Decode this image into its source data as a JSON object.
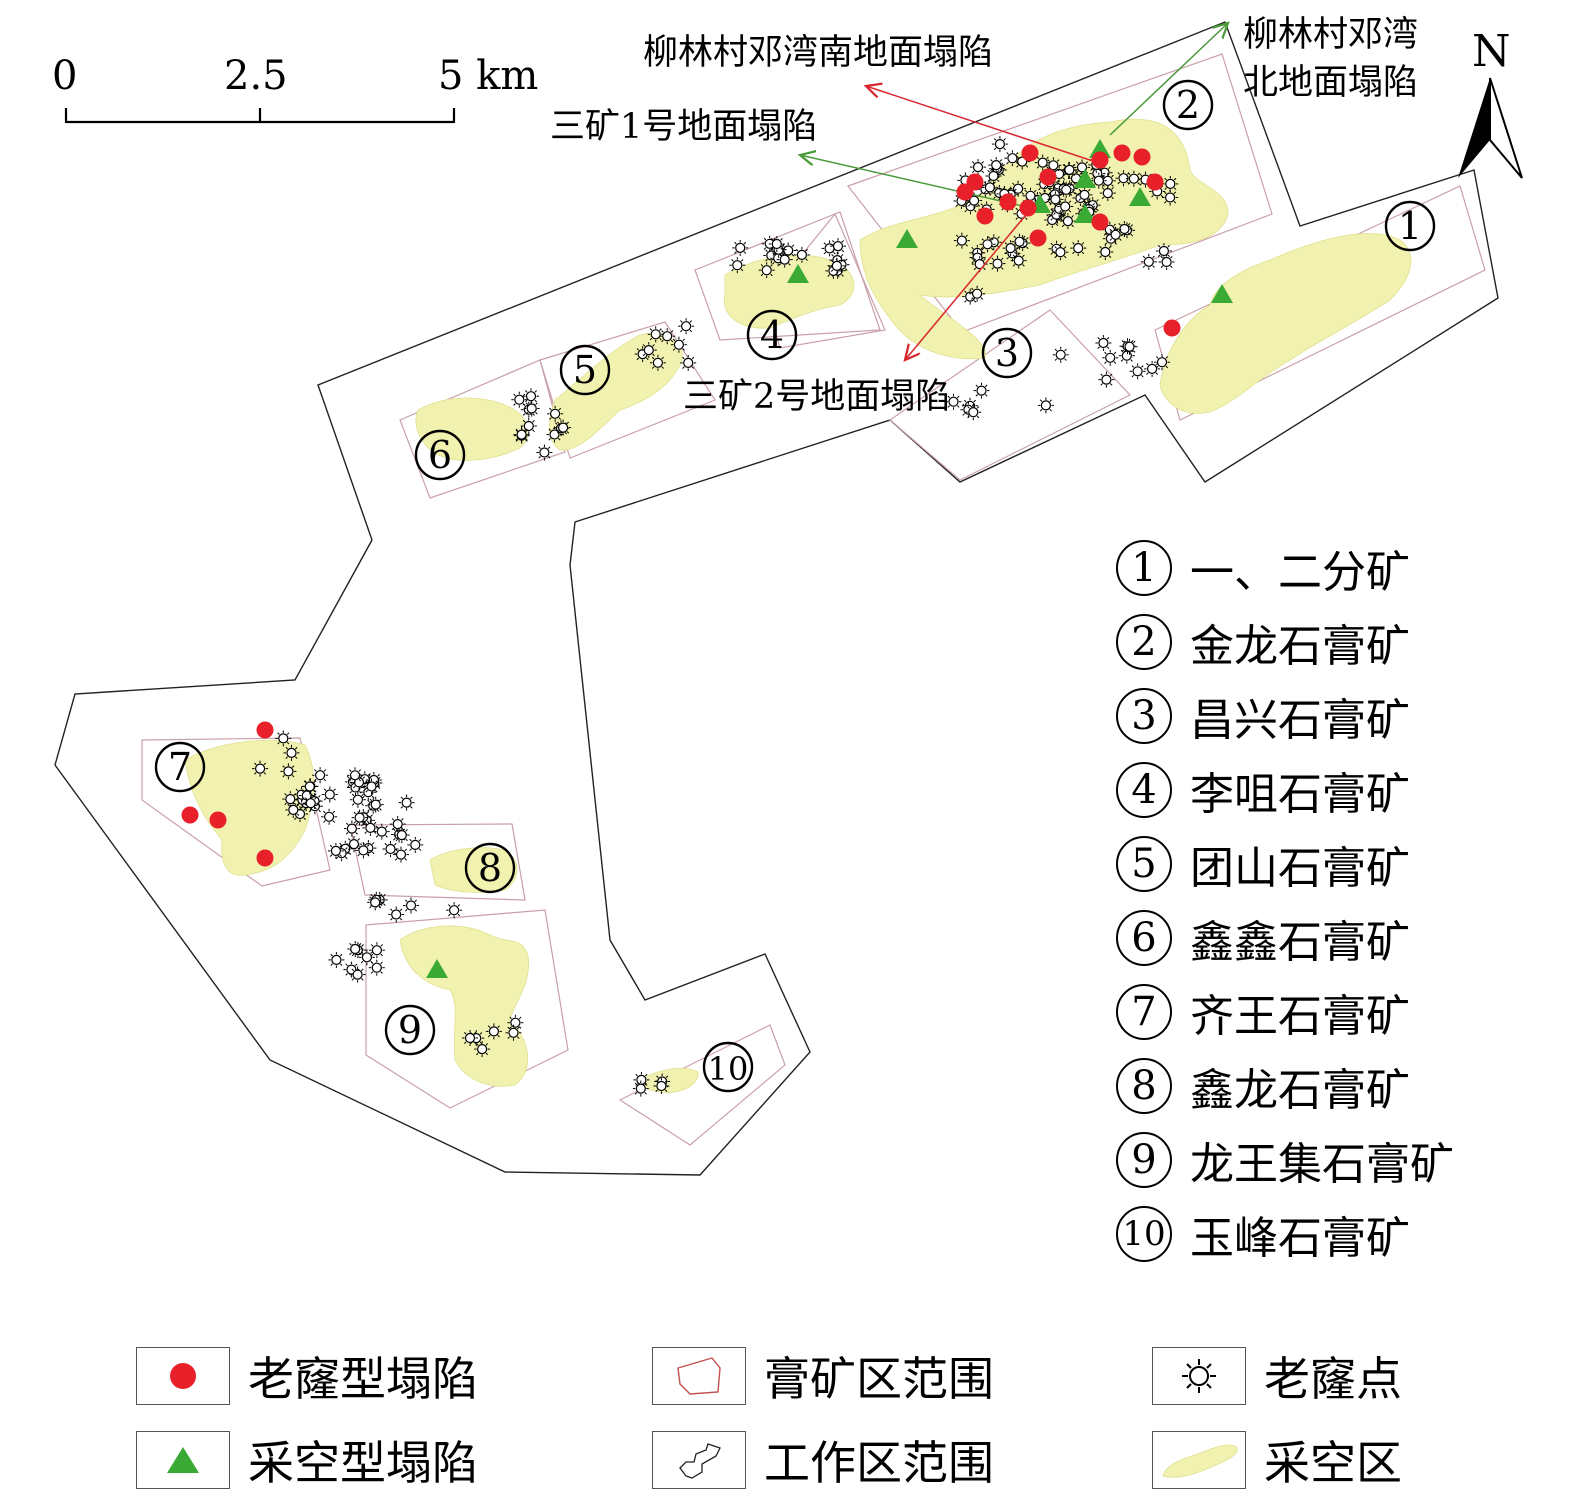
{
  "scale_bar": {
    "ticks": [
      "0",
      "2.5",
      "5 km"
    ]
  },
  "north_label": "N",
  "callouts": {
    "south_collapse": "柳林村邓湾南地面塌陷",
    "north_collapse_line1": "柳林村邓湾",
    "north_collapse_line2": "北地面塌陷",
    "mine3_no1": "三矿1号地面塌陷",
    "mine3_no2": "三矿2号地面塌陷"
  },
  "map_mine_numbers": [
    "①",
    "②",
    "③",
    "④",
    "⑤",
    "⑥",
    "⑦",
    "⑧",
    "⑨",
    "⑩"
  ],
  "mine_legend": [
    {
      "num": "1",
      "name": "一、二分矿"
    },
    {
      "num": "2",
      "name": "金龙石膏矿"
    },
    {
      "num": "3",
      "name": "昌兴石膏矿"
    },
    {
      "num": "4",
      "name": "李咀石膏矿"
    },
    {
      "num": "5",
      "name": "团山石膏矿"
    },
    {
      "num": "6",
      "name": "鑫鑫石膏矿"
    },
    {
      "num": "7",
      "name": "齐王石膏矿"
    },
    {
      "num": "8",
      "name": "鑫龙石膏矿"
    },
    {
      "num": "9",
      "name": "龙王集石膏矿"
    },
    {
      "num": "10",
      "name": "玉峰石膏矿"
    }
  ],
  "symbol_legend": {
    "old_cave_collapse": "老窿型塌陷",
    "goaf_collapse": "采空型塌陷",
    "mine_area_range": "膏矿区范围",
    "work_area_range": "工作区范围",
    "old_cave_point": "老窿点",
    "goaf_area": "采空区"
  },
  "colors": {
    "goaf_fill": "#f2f2b0",
    "old_cave_collapse": "#e8202a",
    "goaf_collapse": "#3aaa35",
    "mine_boundary": "#c9a0a8",
    "south_arrow": "#d8262e",
    "north_arrow": "#4a9a3a"
  }
}
